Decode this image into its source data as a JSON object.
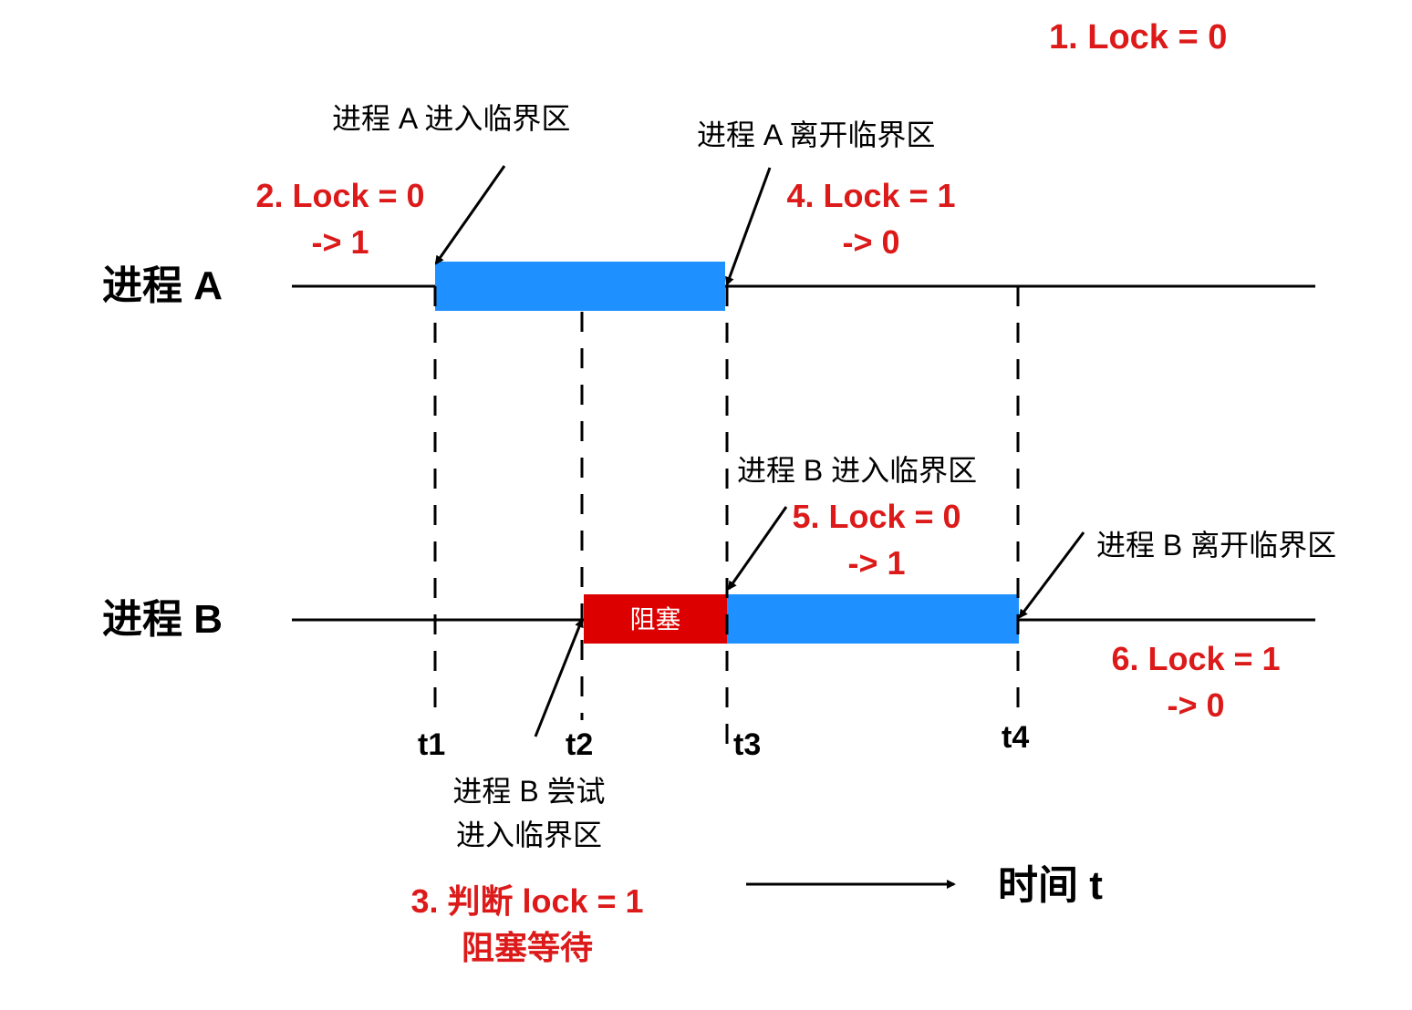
{
  "processes": {
    "a_label": "进程 A",
    "b_label": "进程 B"
  },
  "annotations": {
    "a_enter": "进程 A  进入临界区",
    "a_leave": "进程 A  离开临界区",
    "b_enter": "进程 B  进入临界区",
    "b_leave": "进程 B  离开临界区",
    "b_try_line1": "进程 B 尝试",
    "b_try_line2": "进入临界区"
  },
  "lock_steps": {
    "step1": "1. Lock = 0",
    "step2_line1": "2. Lock = 0",
    "step2_line2": "-> 1",
    "step3_line1": "3. 判断 lock = 1",
    "step3_line2": "阻塞等待",
    "step4_line1": "4. Lock = 1",
    "step4_line2": "-> 0",
    "step5_line1": "5. Lock = 0",
    "step5_line2": "-> 1",
    "step6_line1": "6. Lock = 1",
    "step6_line2": "-> 0"
  },
  "blocked_label": "阻塞",
  "ticks": [
    "t1",
    "t2",
    "t3",
    "t4"
  ],
  "time_axis_label": "时间 t",
  "colors": {
    "critical_section": "#1e90ff",
    "blocked": "#dc0000",
    "red_text": "#dc1a1a",
    "line": "#000000"
  }
}
